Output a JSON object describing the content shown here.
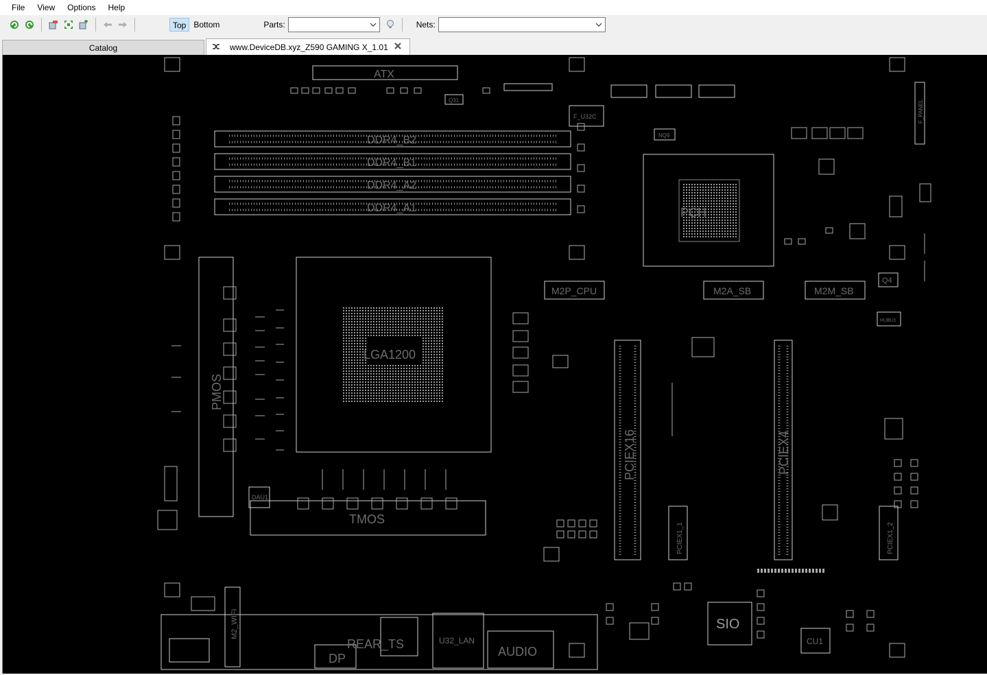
{
  "menu": [
    "File",
    "View",
    "Options",
    "Help"
  ],
  "toolbar": {
    "top_label": "Top",
    "bottom_label": "Bottom",
    "parts_label": "Parts:",
    "parts_value": "",
    "nets_label": "Nets:",
    "nets_value": ""
  },
  "tabs": {
    "catalog": "Catalog",
    "document": "www.DeviceDB.xyz_Z590 GAMING X_1.01"
  },
  "board": {
    "labels": {
      "atx": "ATX",
      "ddr_b2": "DDR4_B2",
      "ddr_b1": "DDR4_B1",
      "ddr_a2": "DDR4_A2",
      "ddr_a1": "DDR4_A1",
      "cpu": "LGA1200",
      "pch": "PCH",
      "m2p_cpu": "M2P_CPU",
      "m2a_sb": "M2A_SB",
      "m2m_sb": "M2M_SB",
      "pciex16": "PCIEX16",
      "pciex4": "PCIEX4",
      "pciex1_1": "PCIEX1_1",
      "pciex1_2": "PCIEX1_2",
      "pmos": "PMOS",
      "tmos": "TMOS",
      "sio": "SIO",
      "cu1": "CU1",
      "dau1": "DAU1",
      "rear_ts": "REAR_TS",
      "dp": "DP",
      "u32_lan": "U32_LAN",
      "audio": "AUDIO",
      "m2_wifi": "M2_WIFI",
      "q4": "Q4",
      "q31": "Q31",
      "nq9": "NQ9",
      "f_panel": "F_PANEL",
      "f_u32c": "F_U32C",
      "hubu1": "HUBU1"
    }
  }
}
